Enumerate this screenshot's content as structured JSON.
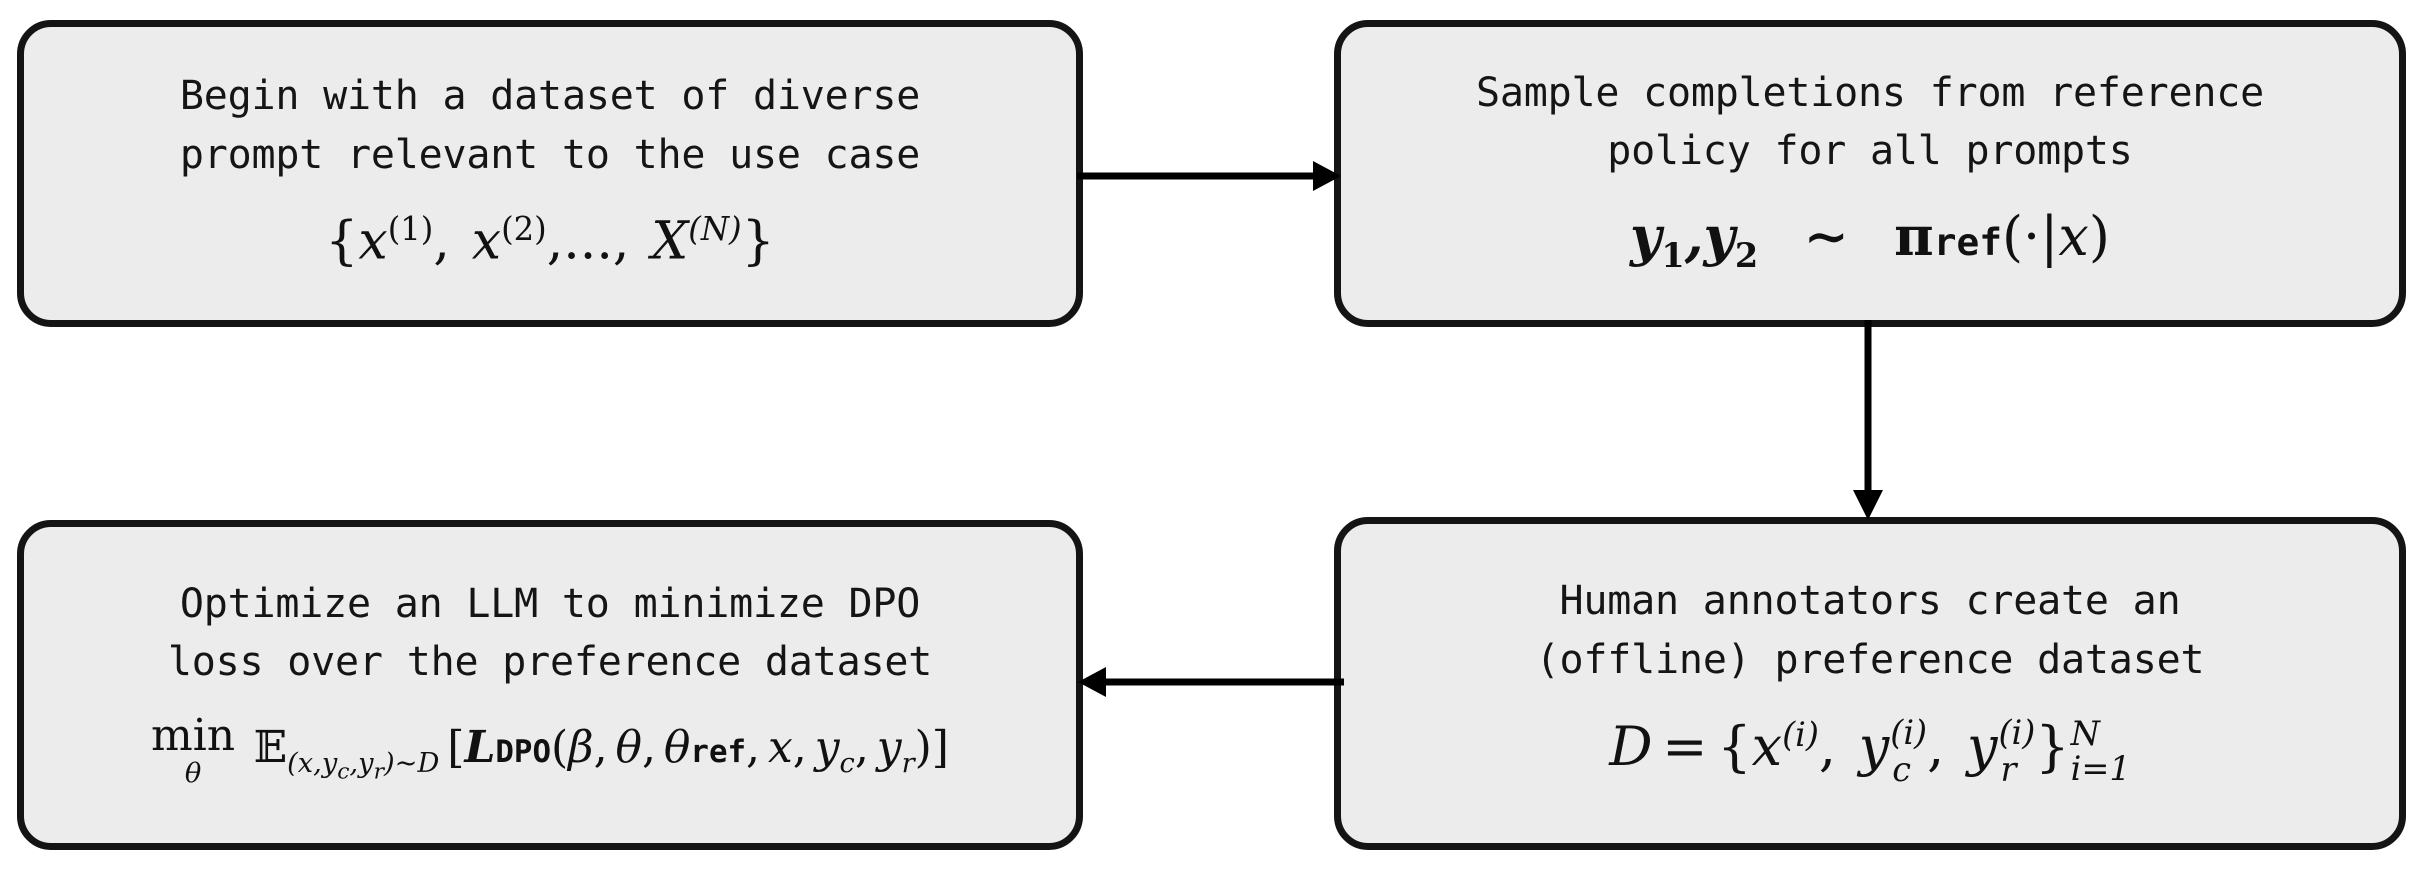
{
  "diagram": {
    "title": "DPO training pipeline flowchart",
    "background_color": "#ffffff",
    "node_fill_color": "#ececec",
    "node_border_color": "#141414",
    "arrow_color": "#000000",
    "nodes": [
      {
        "id": "dataset",
        "text": "Begin with a dataset of diverse\nprompt relevant to the use case",
        "formula_plain": "{x^(1), x^(2),..., X^(N)}"
      },
      {
        "id": "sample",
        "text": "Sample completions from reference\npolicy for all prompts",
        "formula_plain": "y_1, y_2 ~ pi_ref(.|x)"
      },
      {
        "id": "annotate",
        "text": "Human annotators create an\n(offline) preference dataset",
        "formula_plain": "D = {x^(i), y_c^(i), y_r^(i)}_{i=1}^{N}"
      },
      {
        "id": "optimize",
        "text": "Optimize an LLM to minimize DPO\nloss over the preference dataset",
        "formula_plain": "min_theta E_{(x,y_c,y_r)~D} [L_DPO(beta, theta, theta_ref, x, y_c, y_r)]"
      }
    ],
    "arrows": [
      {
        "id": "dataset-to-sample",
        "from": "dataset",
        "to": "sample",
        "direction": "right"
      },
      {
        "id": "sample-to-annotate",
        "from": "sample",
        "to": "annotate",
        "direction": "down"
      },
      {
        "id": "annotate-to-optimize",
        "from": "annotate",
        "to": "optimize",
        "direction": "left"
      }
    ]
  }
}
